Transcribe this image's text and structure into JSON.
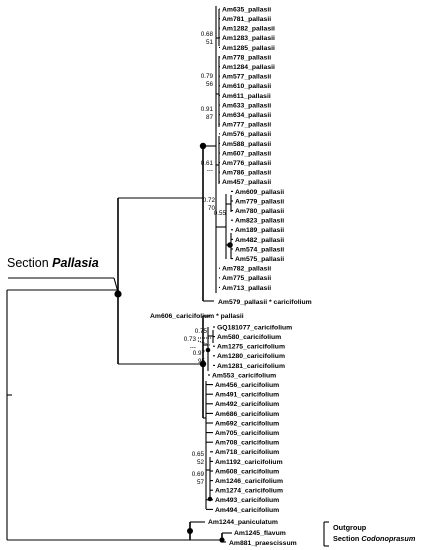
{
  "section_label": {
    "prefix": "Section ",
    "name": "Pallasia"
  },
  "outgroup": {
    "line1": "Outgroup",
    "line2_prefix": "Section ",
    "line2_name": "Codonoprasum"
  },
  "pallasii_leaves": [
    "Am635_pallasii",
    "Am781_pallasii",
    "Am1282_pallasii",
    "Am1283_pallasii",
    "Am1285_pallasii",
    "Am778_pallasii",
    "Am1284_pallasii",
    "Am577_pallasii",
    "Am610_pallasii",
    "Am611_pallasii",
    "Am633_pallasii",
    "Am634_pallasii",
    "Am777_pallasii",
    "Am576_pallasii",
    "Am588_pallasii",
    "Am607_pallasii",
    "Am776_pallasii",
    "Am786_pallasii",
    "Am457_pallasii",
    "Am609_pallasii",
    "Am779_pallasii",
    "Am780_pallasii",
    "Am823_pallasii",
    "Am189_pallasii",
    "Am482_pallasii",
    "Am574_pallasii",
    "Am575_pallasii",
    "Am782_pallasii",
    "Am775_pallasii",
    "Am713_pallasii"
  ],
  "hybrid_leaf": "Am579_pallasii * caricifolium",
  "hybrid_leaf_2": "Am606_caricifolium * pallasii",
  "caricifolium_leaves": [
    "GQ181077_caricifolium",
    "Am580_caricifolium",
    "Am1275_caricifolium",
    "Am1280_caricifolium",
    "Am1281_caricifolium",
    "Am553_caricifolium",
    "Am456_caricifolium",
    "Am491_caricifolium",
    "Am492_caricifolium",
    "Am686_caricifolium",
    "Am692_caricifolium",
    "Am705_caricifolium",
    "Am708_caricifolium",
    "Am718_caricifolium",
    "Am1192_caricifolium",
    "Am608_caricifolium",
    "Am1246_caricifolium",
    "Am1274_caricifolium",
    "Am493_caricifolium",
    "Am494_caricifolium"
  ],
  "outgroup_leaves": [
    "Am1244_paniculatum",
    "Am1245_flavum",
    "Am881_praescissum"
  ],
  "support_values": [
    {
      "pp": "0.68",
      "bs": "51"
    },
    {
      "pp": "0.79",
      "bs": "56"
    },
    {
      "pp": "0.91",
      "bs": "87"
    },
    {
      "pp": "0.61",
      "bs": "---"
    },
    {
      "pp": "0.72",
      "bs": "70"
    },
    {
      "pp": "0.55",
      "bs": ""
    },
    {
      "pp": "0.75",
      "bs": ""
    },
    {
      "pp": "0.73",
      "bs": "---"
    },
    {
      "pp": "0.97",
      "bs": "95"
    },
    {
      "pp": "0.65",
      "bs": "52"
    },
    {
      "pp": "0.69",
      "bs": "57"
    }
  ]
}
